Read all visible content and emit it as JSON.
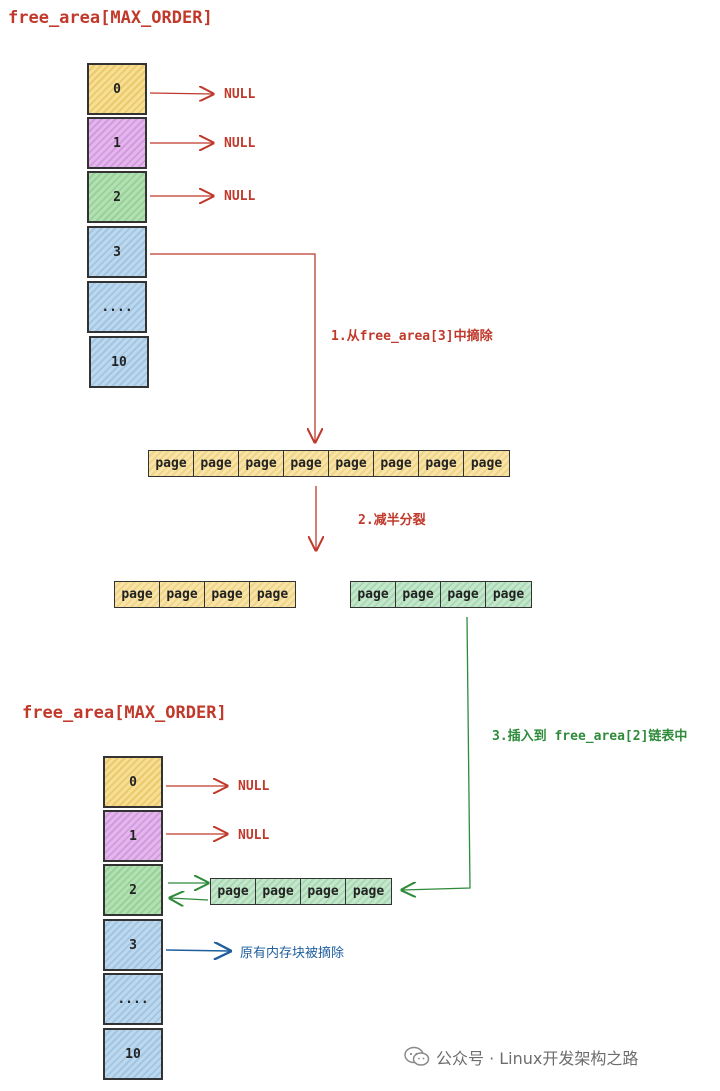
{
  "top": {
    "title": "free_area[MAX_ORDER]",
    "cells": [
      "0",
      "1",
      "2",
      "3",
      "....",
      "10"
    ],
    "null_labels": [
      "NULL",
      "NULL",
      "NULL"
    ]
  },
  "steps": {
    "step1": "1.从free_area[3]中摘除",
    "step2": "2.减半分裂",
    "step3": "3.插入到 free_area[2]链表中"
  },
  "page_label": "page",
  "bottom": {
    "title": "free_area[MAX_ORDER]",
    "cells": [
      "0",
      "1",
      "2",
      "3",
      "....",
      "10"
    ],
    "null_labels": [
      "NULL",
      "NULL"
    ],
    "removed_note": "原有内存块被摘除"
  },
  "watermark": "公众号 · Linux开发架构之路",
  "colors": {
    "red": "#c0392b",
    "green": "#2e8b3a",
    "blue": "#1f5f9e",
    "yellow_fill": "#f6de93",
    "purple_fill": "#e4b7ec",
    "green_fill": "#b3e0b3",
    "blue_fill": "#bdd8ed"
  }
}
